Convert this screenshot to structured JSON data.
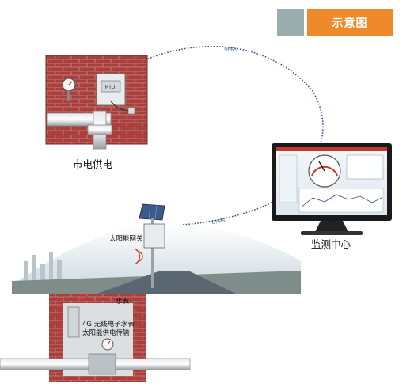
{
  "header": {
    "title": "示意图"
  },
  "labels": {
    "mains_power": "市电供电",
    "monitoring_center": "监测中心",
    "solar_gateway": "太阳能网关",
    "underground_note_line1": "4G 无线电子水表",
    "underground_note_line2": "太阳能供电传输",
    "well_label": "水表"
  },
  "links": {
    "protocol": "GPRS"
  },
  "colors": {
    "accent": "#ef8a2a",
    "header_gray": "#9aaeb0",
    "brick": "#a63e3c",
    "link": "#2e4d8c"
  }
}
